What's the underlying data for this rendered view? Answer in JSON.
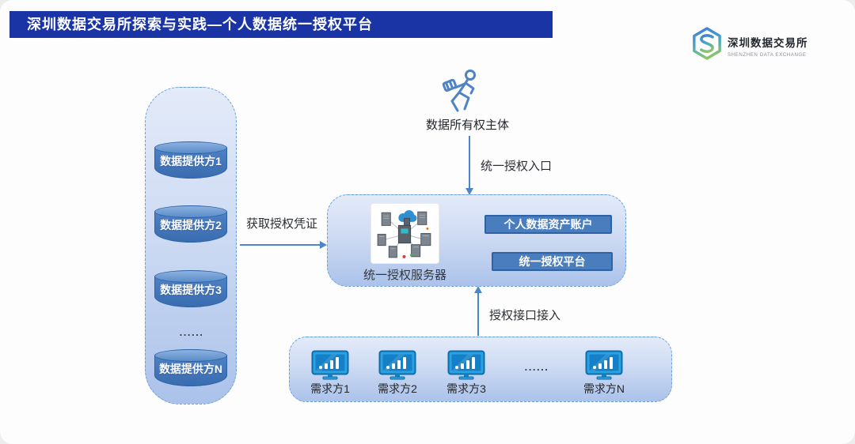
{
  "banner": {
    "title": "深圳数据交易所探索与实践—个人数据统一授权平台"
  },
  "logo": {
    "name": "深圳数据交易所",
    "subtitle": "SHENZHEN DATA EXCHANGE"
  },
  "providers": {
    "items": [
      "数据提供方1",
      "数据提供方2",
      "数据提供方3",
      "数据提供方N"
    ],
    "dots": "......"
  },
  "owner": {
    "label": "数据所有权主体"
  },
  "flows": {
    "entry": "统一授权入口",
    "credential": "获取授权凭证",
    "api": "授权接口接入"
  },
  "server": {
    "label": "统一授权服务器",
    "account_button": "个人数据资产账户",
    "platform_button": "统一授权平台"
  },
  "consumers": {
    "items": [
      "需求方1",
      "需求方2",
      "需求方3",
      "需求方N"
    ],
    "dots": "......"
  },
  "icons": {
    "logo": "hexagon-s-logo",
    "owner": "running-person-icon",
    "server": "server-cluster-icon",
    "consumer": "monitor-chart-icon"
  },
  "colors": {
    "banner_bg": "#1a34a6",
    "box_border": "#6ba0dc",
    "cylinder_fill": "#3a6cb0",
    "button_fill": "#4a7dbd",
    "monitor_blue": "#2aa2e0",
    "arrow": "#4a86c8"
  }
}
